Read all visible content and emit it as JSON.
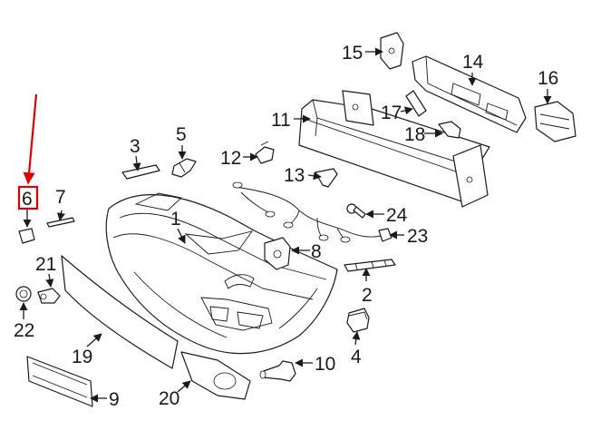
{
  "highlight": {
    "part": "6",
    "color": "#e00000"
  },
  "labels": {
    "p1": "1",
    "p2": "2",
    "p3": "3",
    "p4": "4",
    "p5": "5",
    "p6": "6",
    "p7": "7",
    "p8": "8",
    "p9": "9",
    "p10": "10",
    "p11": "11",
    "p12": "12",
    "p13": "13",
    "p14": "14",
    "p15": "15",
    "p16": "16",
    "p17": "17",
    "p18": "18",
    "p19": "19",
    "p20": "20",
    "p21": "21",
    "p22": "22",
    "p23": "23",
    "p24": "24"
  }
}
